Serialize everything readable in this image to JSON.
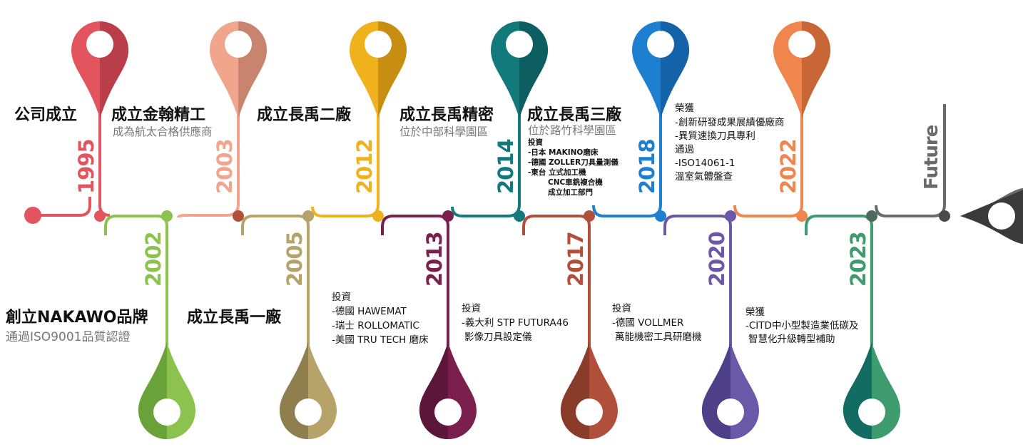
{
  "timeline": {
    "events": [
      {
        "id": "1995",
        "year": "1995",
        "color": "#e2545e",
        "dark": "#b93e4a",
        "title": "公司成立",
        "sub": "",
        "lines": []
      },
      {
        "id": "2002",
        "year": "2002",
        "color": "#8cc24e",
        "dark": "#6aa23a",
        "title": "創立NAKAWO品牌",
        "sub": "通過ISO9001品質認證",
        "lines": []
      },
      {
        "id": "2003",
        "year": "2003",
        "color": "#f0a58c",
        "dark": "#c98470",
        "title": "成立金翰精工",
        "sub": "成為航太合格供應商",
        "lines": []
      },
      {
        "id": "2005",
        "year": "2005",
        "color": "#b5a36a",
        "dark": "#8f7f4e",
        "title": "成立長禹一廠",
        "sub": "",
        "lines": []
      },
      {
        "id": "2012",
        "year": "2012",
        "color": "#f0b21c",
        "dark": "#c88e12",
        "title": "成立長禹二廠",
        "sub": "",
        "lines": []
      },
      {
        "id": "2013",
        "year": "2013",
        "color": "#7a1f4e",
        "dark": "#5c163a",
        "title": "",
        "sub": "",
        "lines": [
          "投資",
          "-德國 HAWEMAT",
          "-瑞士 ROLLOMATIC",
          "-美國 TRU TECH 磨床"
        ]
      },
      {
        "id": "2014",
        "year": "2014",
        "color": "#137a7c",
        "dark": "#0d5e60",
        "title": "成立長禹精密",
        "sub": "位於中部科學園區",
        "lines": []
      },
      {
        "id": "2014b",
        "year": "",
        "color": "#137a7c",
        "dark": "#0d5e60",
        "title": "成立長禹三廠",
        "sub": "位於路竹科學園區",
        "lines": [
          "投資",
          "-日本 MAKINO磨床",
          "-德國 ZOLLER刀具量測儀",
          "-東台 立式加工機",
          "CNC車銑複合機",
          "成立加工部門"
        ]
      },
      {
        "id": "2017",
        "year": "2017",
        "color": "#b0503a",
        "dark": "#8a3c2a",
        "title": "",
        "sub": "",
        "lines": [
          "投資",
          "-義大利 STP FUTURA46",
          "影像刀具設定儀"
        ]
      },
      {
        "id": "2018",
        "year": "2018",
        "color": "#1c7fd0",
        "dark": "#1462a8",
        "title": "",
        "sub": "",
        "lines": [
          "榮獲",
          "-創新研發成果展績優廠商",
          "-異質速換刀具專利",
          "通過",
          "-ISO14061-1",
          "溫室氣體盤查"
        ]
      },
      {
        "id": "2020",
        "year": "2020",
        "color": "#6a58a8",
        "dark": "#4e4088",
        "title": "",
        "sub": "",
        "lines": [
          "投資",
          "-德國 VOLLMER",
          "萬能機密工具研磨機"
        ]
      },
      {
        "id": "2022",
        "year": "2022",
        "color": "#f0864e",
        "dark": "#c86636",
        "title": "",
        "sub": "",
        "lines": []
      },
      {
        "id": "2023",
        "year": "2023",
        "color": "#3e9b6e",
        "dark": "#136c62",
        "title": "",
        "sub": "",
        "lines": [
          "榮獲",
          "-CITD中小型製造業低碳及",
          "智慧化升級轉型補助"
        ]
      },
      {
        "id": "future",
        "year": "Future",
        "color": "#6a6a6a",
        "dark": "#3a3a3a",
        "title": "",
        "sub": "",
        "lines": []
      }
    ]
  }
}
